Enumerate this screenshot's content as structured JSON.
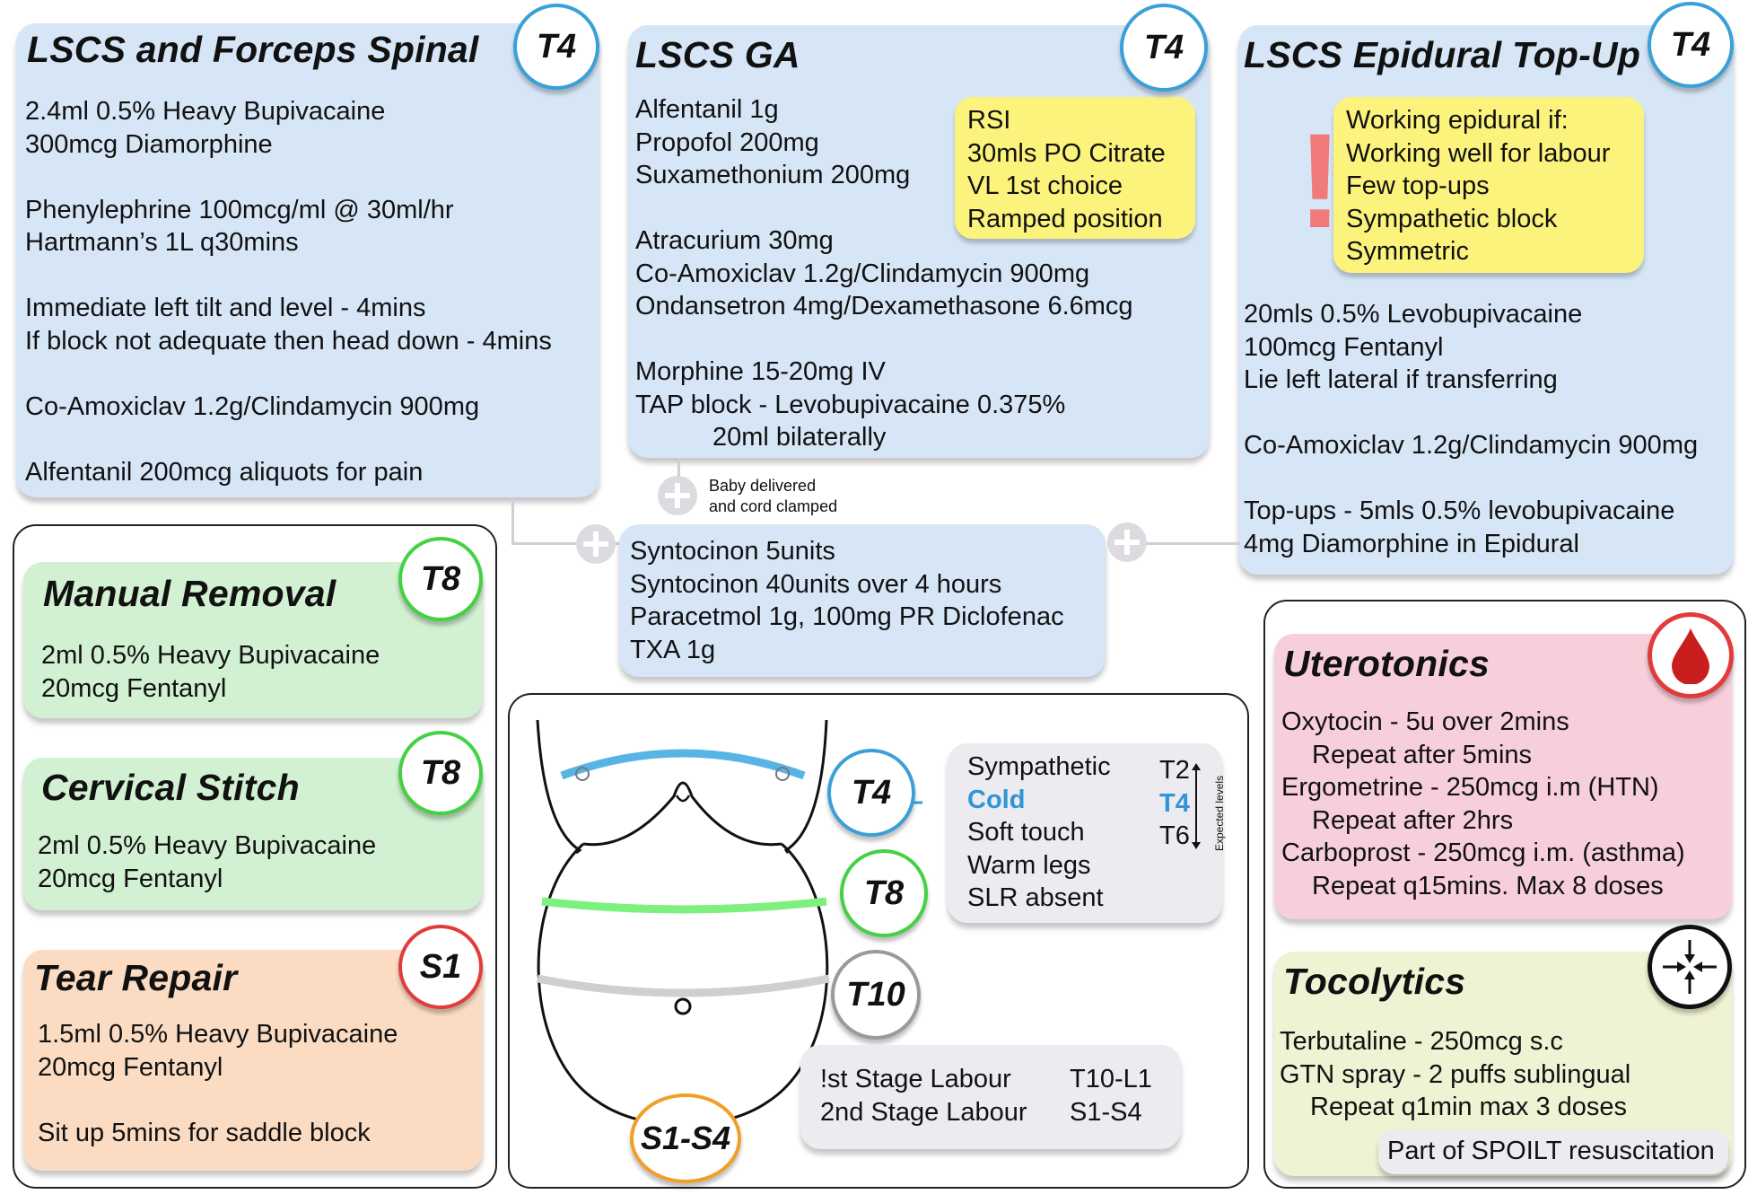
{
  "colors": {
    "blue_card": "#d6e6f7",
    "green_card": "#d2f0d2",
    "orange_card": "#fbdcc2",
    "pink_card": "#f6cfdb",
    "cream_card": "#f0f2d4",
    "note_yellow": "#fbf37c",
    "t4_blue": "#3aa0d8",
    "t8_green": "#43d243",
    "t10_grey": "#9a9a9a",
    "s1_red": "#e23b3b",
    "s1s4_orange": "#f0a028"
  },
  "spinal": {
    "title": "LSCS and Forceps Spinal",
    "badge": "T4",
    "lines": [
      "2.4ml 0.5% Heavy Bupivacaine",
      "300mcg Diamorphine",
      "",
      "Phenylephrine 100mcg/ml @ 30ml/hr",
      "Hartmann’s 1L q30mins",
      "",
      "Immediate left tilt and level - 4mins",
      "If block not adequate then head down - 4mins",
      "",
      "Co-Amoxiclav 1.2g/Clindamycin 900mg",
      "",
      "Alfentanil 200mcg aliquots for pain"
    ]
  },
  "ga": {
    "title": "LSCS GA",
    "badge": "T4",
    "lines": [
      "Alfentanil 1g",
      "Propofol 200mg",
      "Suxamethonium 200mg",
      "",
      "Atracurium 30mg",
      "Co-Amoxiclav 1.2g/Clindamycin 900mg",
      "Ondansetron 4mg/Dexamethasone 6.6mcg",
      "",
      "Morphine 15-20mg IV",
      "TAP block - Levobupivacaine 0.375%"
    ],
    "tap_line2": "20ml bilaterally",
    "note": [
      "RSI",
      "30mls PO Citrate",
      "VL 1st choice",
      "Ramped position"
    ]
  },
  "epidural": {
    "title": "LSCS Epidural Top-Up",
    "badge": "T4",
    "exclaim": "!",
    "note": [
      "Working epidural if:",
      "Working well for labour",
      "Few top-ups",
      "Sympathetic block",
      "Symmetric"
    ],
    "lines": [
      "20mls 0.5% Levobupivacaine",
      "100mcg Fentanyl",
      "Lie left lateral if transferring",
      "",
      "Co-Amoxiclav 1.2g/Clindamycin 900mg",
      "",
      "Top-ups - 5mls 0.5% levobupivacaine",
      "4mg Diamorphine in Epidural"
    ]
  },
  "baby": {
    "label": [
      "Baby delivered",
      "and cord clamped"
    ]
  },
  "syntocinon": {
    "lines": [
      "Syntocinon 5units",
      "Syntocinon 40units over 4 hours",
      "Paracetmol 1g, 100mg PR Diclofenac",
      "TXA 1g"
    ]
  },
  "manual": {
    "title": "Manual Removal",
    "badge": "T8",
    "lines": [
      "2ml 0.5% Heavy Bupivacaine",
      "20mcg Fentanyl"
    ]
  },
  "cervical": {
    "title": "Cervical Stitch",
    "badge": "T8",
    "lines": [
      "2ml 0.5% Heavy Bupivacaine",
      "20mcg Fentanyl"
    ]
  },
  "tear": {
    "title": "Tear Repair",
    "badge": "S1",
    "lines": [
      "1.5ml 0.5% Heavy Bupivacaine",
      "20mcg Fentanyl",
      "",
      "Sit up 5mins for saddle block"
    ]
  },
  "levels": {
    "badges": [
      "T4",
      "T8",
      "T10",
      "S1-S4"
    ],
    "sensation": [
      "Sympathetic",
      "Cold",
      "Soft touch",
      "Warm legs",
      "SLR absent"
    ],
    "dermatomes": [
      "T2",
      "T4",
      "T6"
    ],
    "expected": "Expected levels",
    "labour": [
      {
        "stage": "!st Stage Labour",
        "level": "T10-L1"
      },
      {
        "stage": "2nd Stage Labour",
        "level": "S1-S4"
      }
    ]
  },
  "uterotonics": {
    "title": "Uterotonics",
    "icon": "blood-drop-icon",
    "lines": [
      "Oxytocin - 5u over 2mins",
      "Repeat after 5mins",
      "Ergometrine - 250mcg i.m    (HTN)",
      "Repeat after 2hrs",
      "Carboprost - 250mcg i.m.  (asthma)",
      "Repeat q15mins. Max 8 doses"
    ]
  },
  "tocolytics": {
    "title": "Tocolytics",
    "icon": "relax-arrows-icon",
    "lines": [
      "Terbutaline - 250mcg s.c",
      "GTN spray - 2 puffs sublingual",
      "Repeat q1min max 3 doses"
    ],
    "spoilt": "Part of SPOILT resuscitation"
  }
}
